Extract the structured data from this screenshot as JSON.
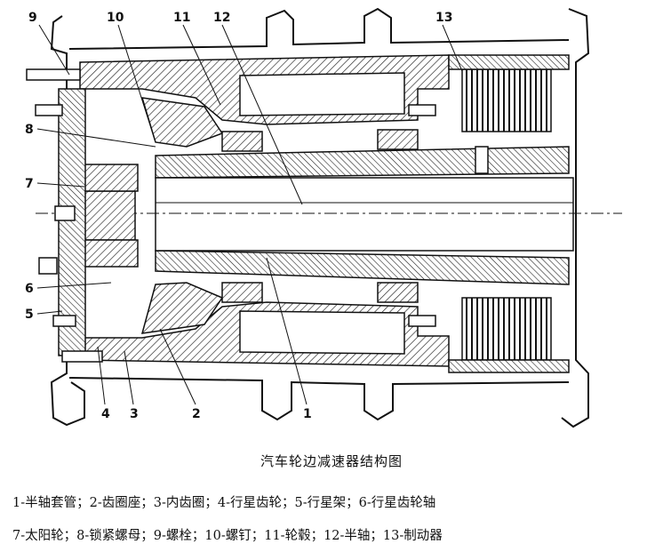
{
  "figure": {
    "callouts": [
      "9",
      "10",
      "11",
      "12",
      "13",
      "8",
      "7",
      "6",
      "5",
      "4",
      "3",
      "2",
      "1"
    ],
    "colors": {
      "ink": "#111111",
      "hatch": "#222222",
      "paper": "#ffffff"
    }
  },
  "caption": "汽车轮边减速器结构图",
  "legend": {
    "line1": "1-半轴套管；2-齿圈座；3-内齿圈；4-行星齿轮；5-行星架；6-行星齿轮轴",
    "line2": "7-太阳轮；8-锁紧螺母；9-螺栓；10-螺钉；11-轮毂；12-半轴；13-制动器"
  }
}
